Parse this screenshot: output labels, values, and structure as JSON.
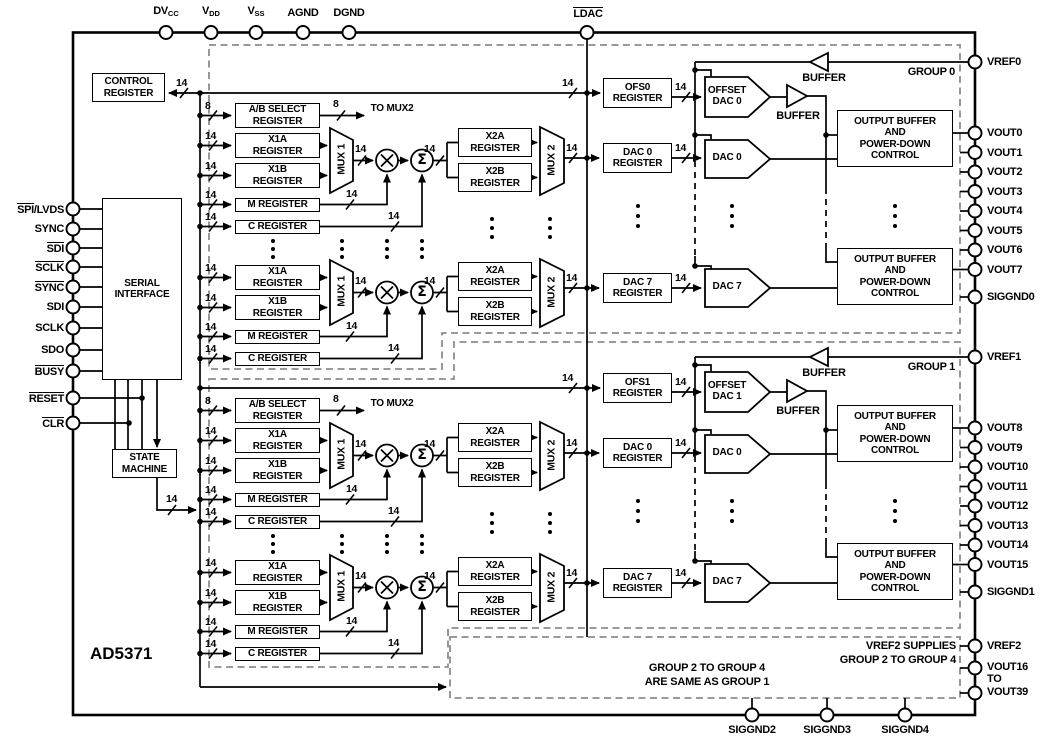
{
  "part_number": "AD5371",
  "chip": {
    "top_pins": [
      {
        "base": "DV",
        "sub": "CC"
      },
      {
        "base": "V",
        "sub": "DD"
      },
      {
        "base": "V",
        "sub": "SS"
      },
      {
        "plain": "AGND"
      },
      {
        "plain": "DGND"
      }
    ],
    "ldac_pin": {
      "bar": "LDAC"
    },
    "left_pins": [
      {
        "bar": "SPI",
        "rest": "/LVDS"
      },
      {
        "plain": "SYNC"
      },
      {
        "bar": "SDI"
      },
      {
        "bar": "SCLK"
      },
      {
        "bar": "SYNC"
      },
      {
        "plain": "SDI"
      },
      {
        "plain": "SCLK"
      },
      {
        "plain": "SDO"
      },
      {
        "bar": "BUSY"
      },
      {
        "bar": "RESET"
      },
      {
        "bar": "CLR"
      }
    ],
    "bottom_pins": [
      "SIGGND2",
      "SIGGND3",
      "SIGGND4"
    ]
  },
  "blocks": {
    "control_register": "CONTROL REGISTER",
    "serial_interface": "SERIAL INTERFACE",
    "state_machine": "STATE MACHINE"
  },
  "registers": {
    "ab_select": "A/B SELECT REGISTER",
    "x1a": "X1A REGISTER",
    "x1b": "X1B REGISTER",
    "m": "M REGISTER",
    "c": "C REGISTER",
    "mux1": "MUX 1",
    "x2a": "X2A REGISTER",
    "x2b": "X2B REGISTER",
    "mux2": "MUX 2",
    "to_mux2": "TO MUX2",
    "sum_symbol": "Σ"
  },
  "bus": {
    "w14": "14",
    "w8": "8"
  },
  "groups": [
    {
      "name": "GROUP 0",
      "ofs_register": "OFS0 REGISTER",
      "offset_dac": "OFFSET DAC 0",
      "dac_first_register": "DAC 0 REGISTER",
      "dac_first": "DAC 0",
      "dac_last_register": "DAC 7 REGISTER",
      "dac_last": "DAC 7",
      "buffer_label": "BUFFER",
      "output_buffer_lines": [
        "OUTPUT BUFFER",
        "AND",
        "POWER-DOWN",
        "CONTROL"
      ],
      "vref": "VREF0",
      "vouts": [
        "VOUT0",
        "VOUT1",
        "VOUT2",
        "VOUT3",
        "VOUT4",
        "VOUT5",
        "VOUT6",
        "VOUT7"
      ],
      "siggnd": "SIGGND0"
    },
    {
      "name": "GROUP 1",
      "ofs_register": "OFS1 REGISTER",
      "offset_dac": "OFFSET DAC 1",
      "dac_first_register": "DAC 0 REGISTER",
      "dac_first": "DAC 0",
      "dac_last_register": "DAC 7 REGISTER",
      "dac_last": "DAC 7",
      "buffer_label": "BUFFER",
      "output_buffer_lines": [
        "OUTPUT BUFFER",
        "AND",
        "POWER-DOWN",
        "CONTROL"
      ],
      "vref": "VREF1",
      "vouts": [
        "VOUT8",
        "VOUT9",
        "VOUT10",
        "VOUT11",
        "VOUT12",
        "VOUT13",
        "VOUT14",
        "VOUT15"
      ],
      "siggnd": "SIGGND1"
    }
  ],
  "bottom_right": {
    "vref": "VREF2",
    "vout_top": "VOUT16",
    "vout_mid": "TO",
    "vout_bottom": "VOUT39",
    "note_line1": "GROUP 2 TO GROUP 4",
    "note_line2": "ARE SAME AS GROUP 1",
    "vref_note_line1": "VREF2 SUPPLIES",
    "vref_note_line2": "GROUP 2 TO GROUP 4"
  }
}
